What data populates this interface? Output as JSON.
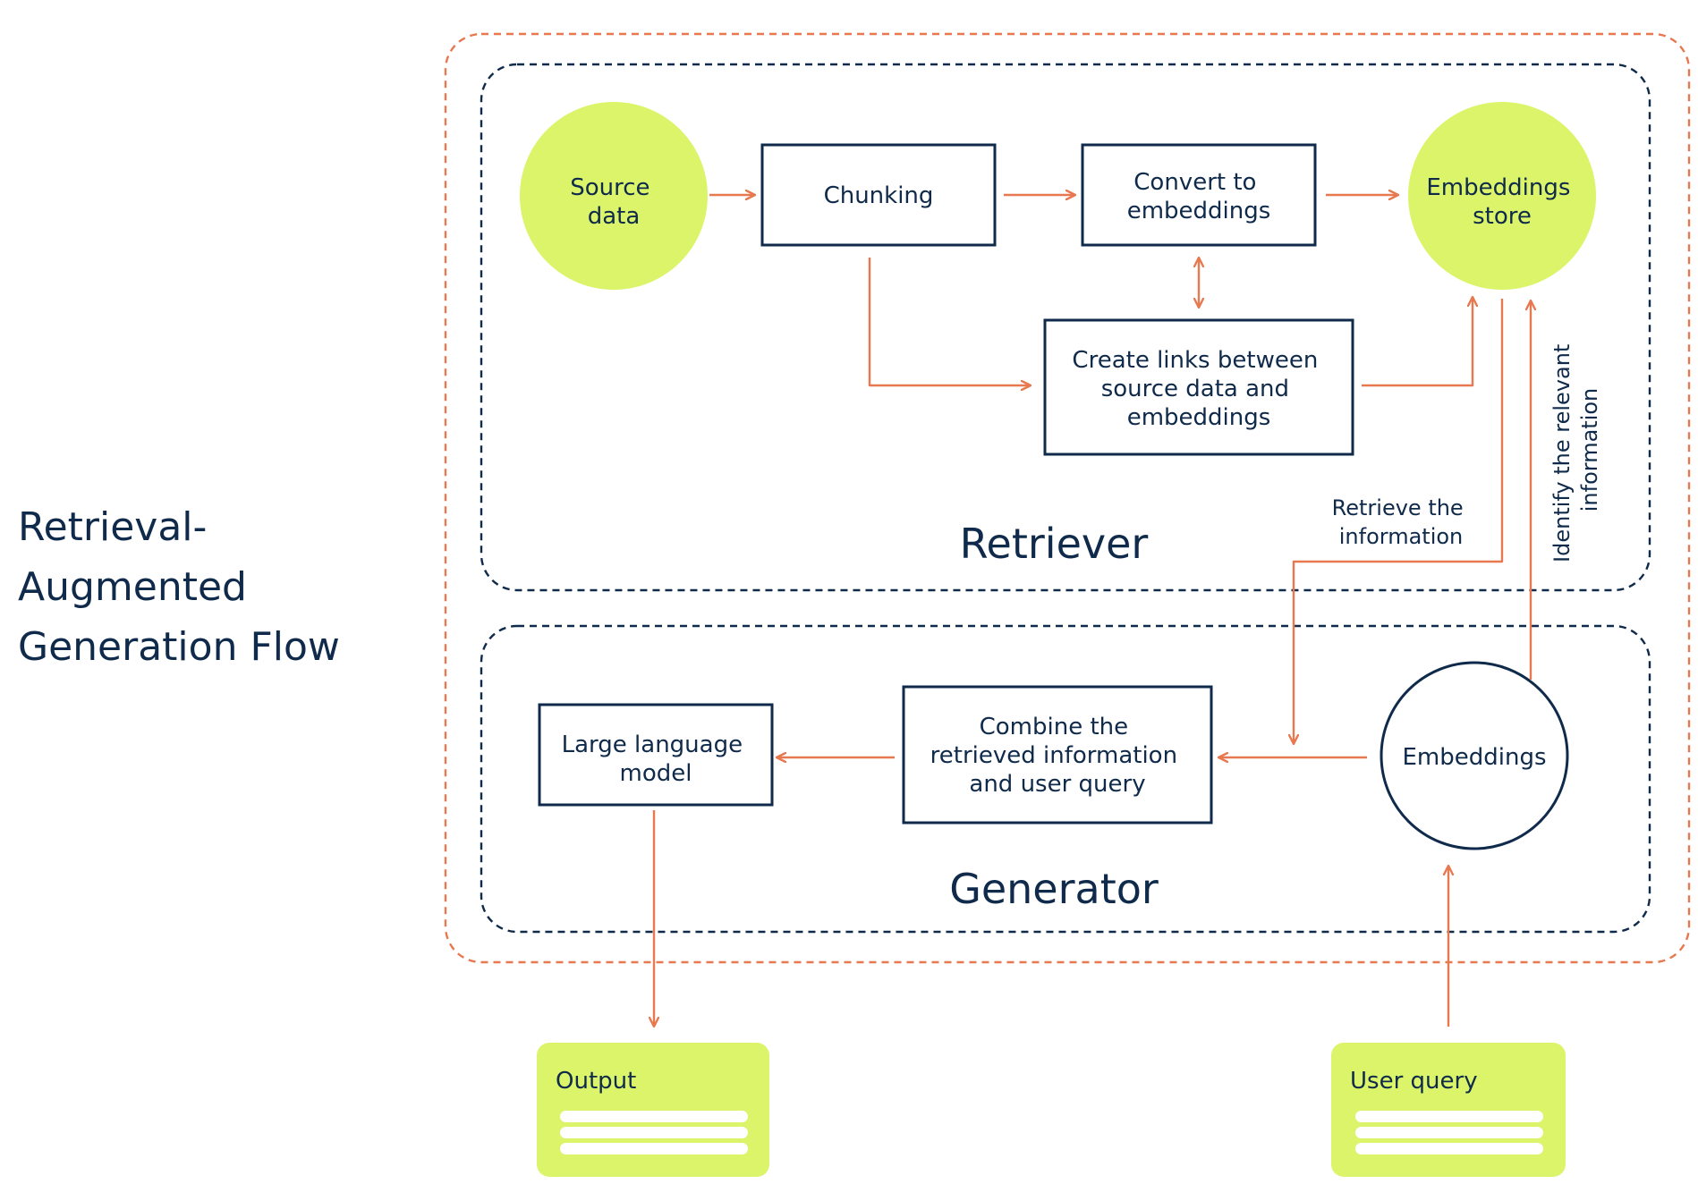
{
  "title_lines": [
    "Retrieval-",
    "Augmented",
    "Generation Flow"
  ],
  "colors": {
    "navy": "#0f2a4a",
    "orange": "#e8784f",
    "lime": "#dbf46a",
    "white": "#ffffff"
  },
  "sections": {
    "retriever": "Retriever",
    "generator": "Generator"
  },
  "nodes": {
    "source_data": [
      "Source",
      "data"
    ],
    "chunking": [
      "Chunking"
    ],
    "convert": [
      "Convert to",
      "embeddings"
    ],
    "embeddings_store": [
      "Embeddings",
      "store"
    ],
    "create_links": [
      "Create links between",
      "source data and",
      "embeddings"
    ],
    "llm": [
      "Large language",
      "model"
    ],
    "combine": [
      "Combine the",
      "retrieved information",
      "and user query"
    ],
    "embeddings": [
      "Embeddings"
    ],
    "output": "Output",
    "user_query": "User query"
  },
  "edge_labels": {
    "retrieve": [
      "Retrieve the",
      "information"
    ],
    "identify": [
      "Identify the relevant",
      "information"
    ]
  }
}
